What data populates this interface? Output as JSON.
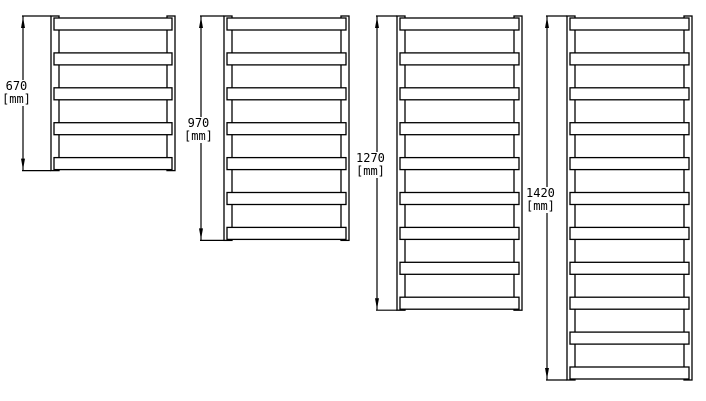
{
  "radiators": [
    {
      "height_value": "670",
      "unit": "[mm]",
      "bar_count": 5
    },
    {
      "height_value": "970",
      "unit": "[mm]",
      "bar_count": 7
    },
    {
      "height_value": "1270",
      "unit": "[mm]",
      "bar_count": 9
    },
    {
      "height_value": "1420",
      "unit": "[mm]",
      "bar_count": 11
    }
  ],
  "colors": {
    "line": "#000000",
    "background": "#ffffff"
  }
}
